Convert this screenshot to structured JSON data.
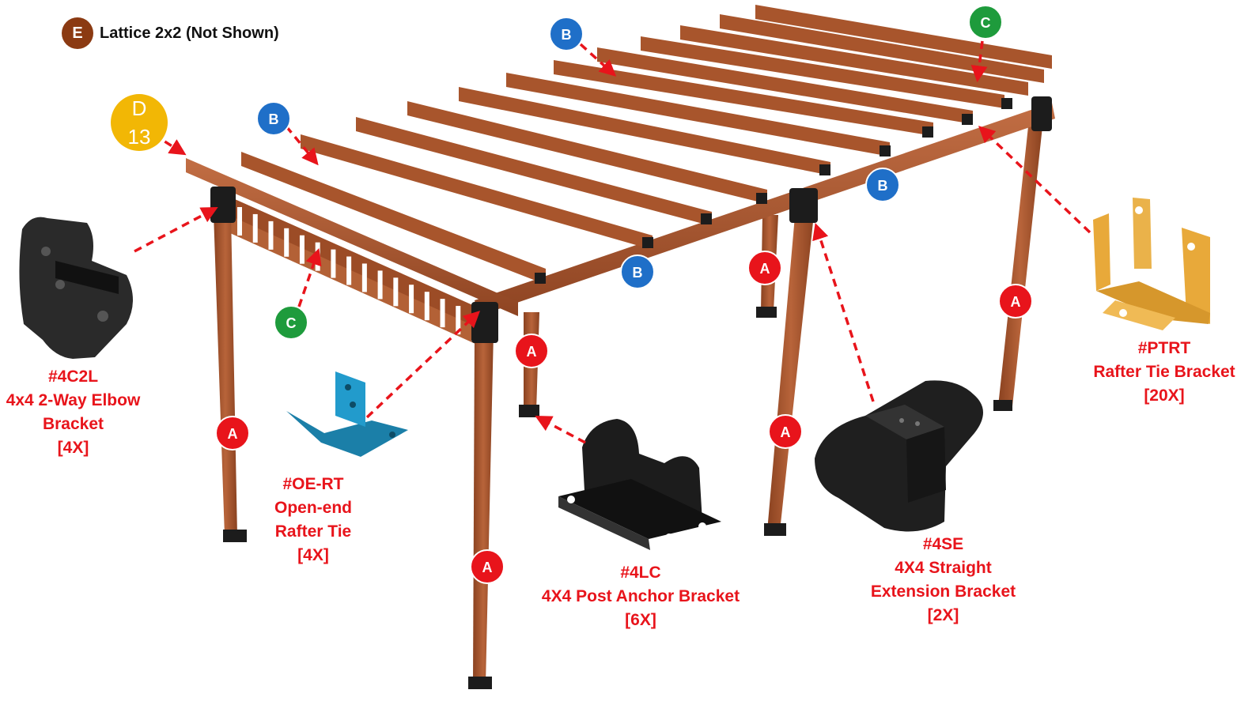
{
  "legend": {
    "letter": "E",
    "text": "Lattice 2x2 (Not Shown)"
  },
  "badge_d": {
    "letter": "D",
    "count": "13"
  },
  "badges": {
    "a": "A",
    "b": "B",
    "c": "C"
  },
  "colors": {
    "wood": "#a8552c",
    "wood_dark": "#7a3a1c",
    "label_red": "#e8141b",
    "badge_red": "#e8141b",
    "badge_blue": "#1f6fc8",
    "badge_green": "#1e9b3c",
    "badge_yellow": "#f2b705",
    "badge_brown": "#8b3a12",
    "bracket_black": "#1c1c1c",
    "bracket_blue": "#1d8ab8",
    "bracket_gold": "#e8a93a"
  },
  "parts": {
    "elbow": {
      "code": "#4C2L",
      "name_1": "4x4 2-Way Elbow",
      "name_2": "Bracket",
      "qty": "[4X]"
    },
    "open_end": {
      "code": "#OE-RT",
      "name_1": "Open-end",
      "name_2": "Rafter Tie",
      "qty": "[4X]"
    },
    "post_anchor": {
      "code": "#4LC",
      "name_1": "4X4 Post Anchor Bracket",
      "qty": "[6X]"
    },
    "straight_ext": {
      "code": "#4SE",
      "name_1": "4X4 Straight",
      "name_2": "Extension Bracket",
      "qty": "[2X]"
    },
    "rafter_tie": {
      "code": "#PTRT",
      "name_1": "Rafter Tie Bracket",
      "qty": "[20X]"
    }
  }
}
